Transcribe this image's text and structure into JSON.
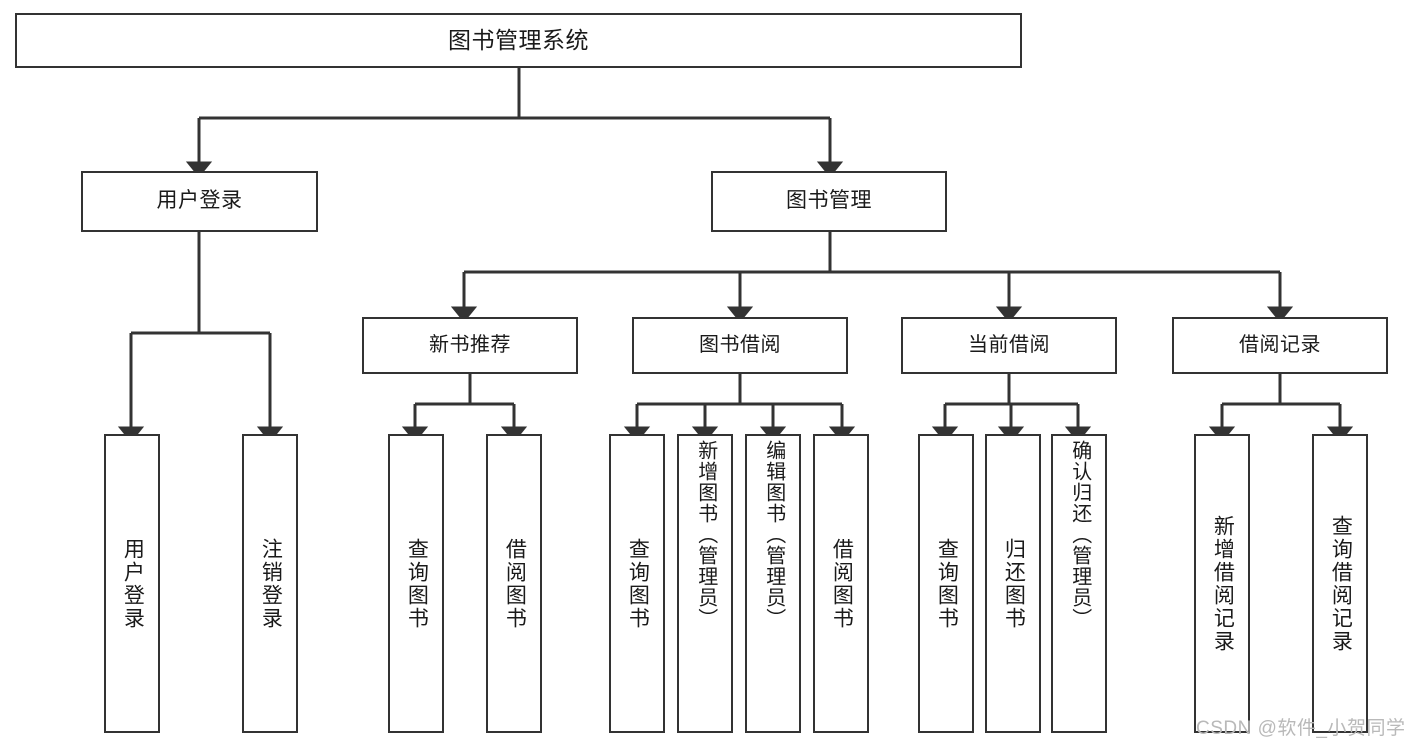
{
  "diagram": {
    "type": "tree",
    "title": "图书管理系统",
    "root": {
      "label": "图书管理系统"
    },
    "level2": [
      {
        "label": "用户登录"
      },
      {
        "label": "图书管理"
      }
    ],
    "level3": [
      {
        "label": "新书推荐"
      },
      {
        "label": "图书借阅"
      },
      {
        "label": "当前借阅"
      },
      {
        "label": "借阅记录"
      }
    ],
    "leaves": {
      "user_login": [
        {
          "label": "用户登录"
        },
        {
          "label": "注销登录"
        }
      ],
      "new_book_recommend": [
        {
          "label": "查询图书"
        },
        {
          "label": "借阅图书"
        }
      ],
      "book_borrow": [
        {
          "label": "查询图书"
        },
        {
          "label": "新增图书（管理员）"
        },
        {
          "label": "编辑图书（管理员）"
        },
        {
          "label": "借阅图书"
        }
      ],
      "current_borrow": [
        {
          "label": "查询图书"
        },
        {
          "label": "归还图书"
        },
        {
          "label": "确认归还（管理员）"
        }
      ],
      "borrow_records": [
        {
          "label": "新增借阅记录"
        },
        {
          "label": "查询借阅记录"
        }
      ]
    }
  },
  "watermark": {
    "text": "CSDN @软件_小贺同学"
  },
  "colors": {
    "box_border": "#333333",
    "box_fill": "#ffffff",
    "text": "#1a1a1a",
    "wire": "#333333",
    "watermark": "#b9b9b9"
  }
}
